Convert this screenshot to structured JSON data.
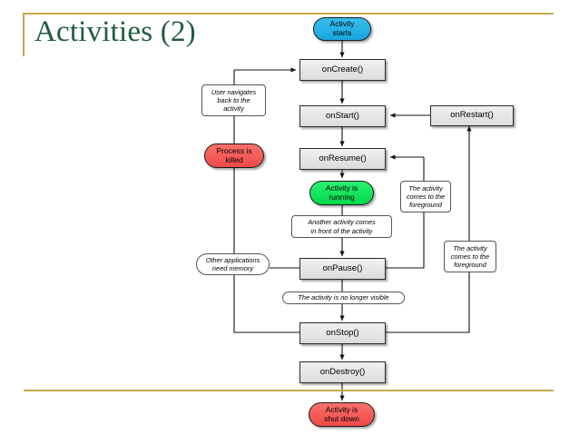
{
  "slide": {
    "title": "Activities (2)",
    "accent_color": "#c9a84c",
    "title_color": "#1f5c3d"
  },
  "diagram": {
    "type": "flowchart",
    "name": "android-activity-lifecycle",
    "colors": {
      "start_node": "#29ABE2",
      "running_node": "#00E050",
      "terminal_node": "#F05A58",
      "process_box": "#E4E4E4",
      "stroke": "#222222"
    },
    "nodes": [
      {
        "id": "activity-starts",
        "label": "Activity\nstarts",
        "shape": "terminator",
        "color": "cyan"
      },
      {
        "id": "oncreate",
        "label": "onCreate()",
        "shape": "process"
      },
      {
        "id": "onstart",
        "label": "onStart()",
        "shape": "process"
      },
      {
        "id": "onresume",
        "label": "onResume()",
        "shape": "process"
      },
      {
        "id": "activity-running",
        "label": "Activity is\nrunning",
        "shape": "terminator",
        "color": "green"
      },
      {
        "id": "onpause",
        "label": "onPause()",
        "shape": "process"
      },
      {
        "id": "onstop",
        "label": "onStop()",
        "shape": "process"
      },
      {
        "id": "ondestroy",
        "label": "onDestroy()",
        "shape": "process"
      },
      {
        "id": "activity-shutdown",
        "label": "Activity is\nshut down",
        "shape": "terminator",
        "color": "red"
      },
      {
        "id": "onrestart",
        "label": "onRestart()",
        "shape": "process"
      },
      {
        "id": "process-killed",
        "label": "Process is\nkilled",
        "shape": "terminator",
        "color": "red"
      }
    ],
    "node_labels": {
      "activity_starts_l1": "Activity",
      "activity_starts_l2": "starts",
      "oncreate": "onCreate()",
      "onstart": "onStart()",
      "onresume": "onResume()",
      "activity_running_l1": "Activity is",
      "activity_running_l2": "running",
      "onpause": "onPause()",
      "onstop": "onStop()",
      "ondestroy": "onDestroy()",
      "activity_shutdown_l1": "Activity is",
      "activity_shutdown_l2": "shut down",
      "onrestart": "onRestart()",
      "process_killed_l1": "Process is",
      "process_killed_l2": "killed"
    },
    "annotations": {
      "user_navigates_l1": "User navigates",
      "user_navigates_l2": "back to the",
      "user_navigates_l3": "activity",
      "foreground_top_l1": "The activity",
      "foreground_top_l2": "comes to the",
      "foreground_top_l3": "foreground",
      "foreground_bottom_l1": "The activity",
      "foreground_bottom_l2": "comes to the",
      "foreground_bottom_l3": "foreground",
      "another_activity_l1": "Another activity comes",
      "another_activity_l2": "in front of the activity",
      "other_apps_l1": "Other applications",
      "other_apps_l2": "need memory",
      "no_longer_visible": "The activity is no longer visible"
    }
  }
}
